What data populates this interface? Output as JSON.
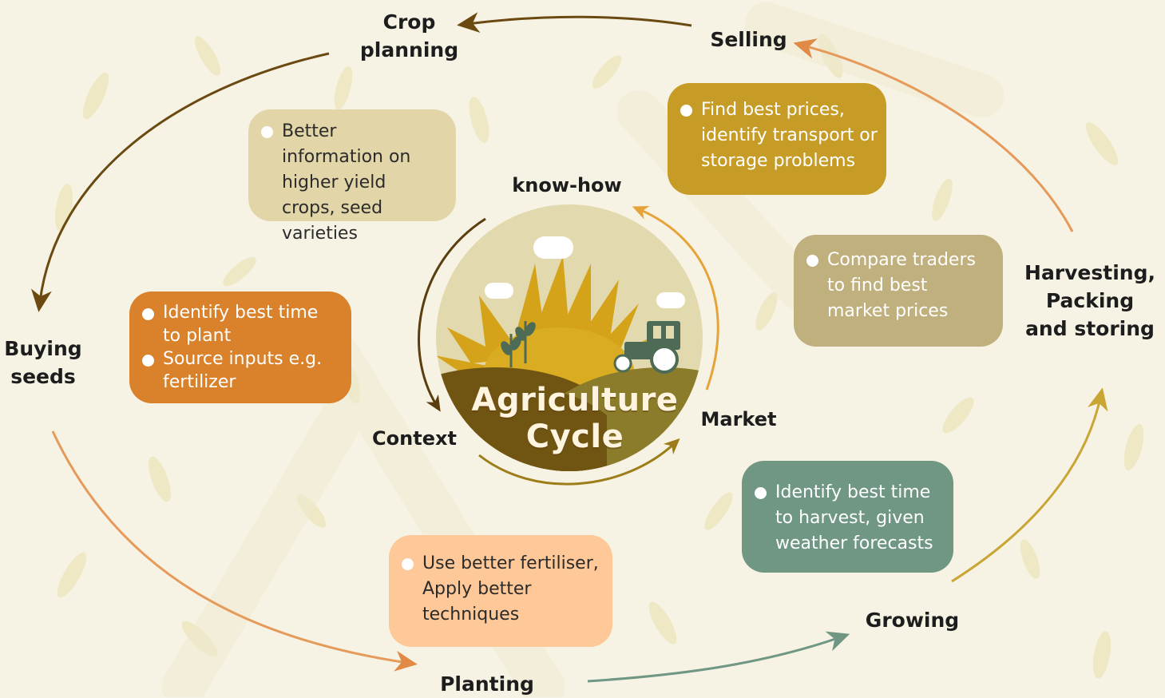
{
  "stages": {
    "crop_planning": "Crop\nplanning",
    "selling": "Selling",
    "harvesting": "Harvesting,\nPacking\nand storing",
    "growing": "Growing",
    "planting": "Planting",
    "buying_seeds": "Buying\nseeds"
  },
  "center": {
    "title_line1": "Agriculture",
    "title_line2": "Cycle",
    "know_how": "know-how",
    "context": "Context",
    "market": "Market"
  },
  "boxes": {
    "crop_planning": [
      "Better information on higher yield crops, seed varieties"
    ],
    "buying_seeds": [
      "Identify best time to plant",
      "Source inputs e.g. fertilizer"
    ],
    "planting": [
      "Use better fertiliser, Apply better techniques"
    ],
    "growing": [
      "Identify best time to harvest, given weather forecasts"
    ],
    "harvesting": [
      "Compare traders to find best market prices"
    ],
    "selling": [
      "Find best prices, identify transport or storage problems"
    ]
  },
  "colors": {
    "background": "#f7f3e4",
    "box_crop_planning": "#e2d6a8",
    "box_buying_seeds": "#d9812b",
    "box_planting": "#fec898",
    "box_growing": "#6f9784",
    "box_harvesting": "#bfb07e",
    "box_selling": "#c69c27",
    "arrow_brown": "#6b4a12",
    "arrow_orange": "#e59a5a",
    "arrow_teal": "#6f9784",
    "arrow_gold": "#c9a534"
  }
}
